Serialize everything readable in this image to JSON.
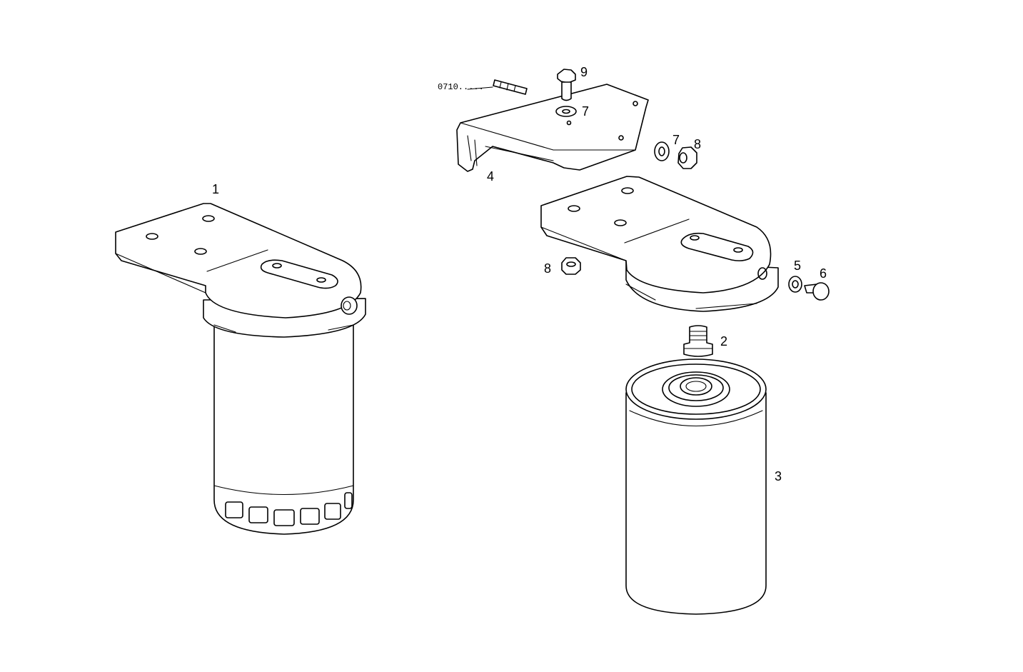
{
  "drawing": {
    "part_labels": {
      "assembly": "1",
      "nipple": "2",
      "filter_cartridge": "3",
      "bracket": "4",
      "washer_a": "5",
      "plug": "6",
      "washer_top": "7",
      "washer_side": "7",
      "nut_side": "8",
      "nut_left": "8",
      "bolt": "9"
    },
    "reference_code": "0710....."
  }
}
